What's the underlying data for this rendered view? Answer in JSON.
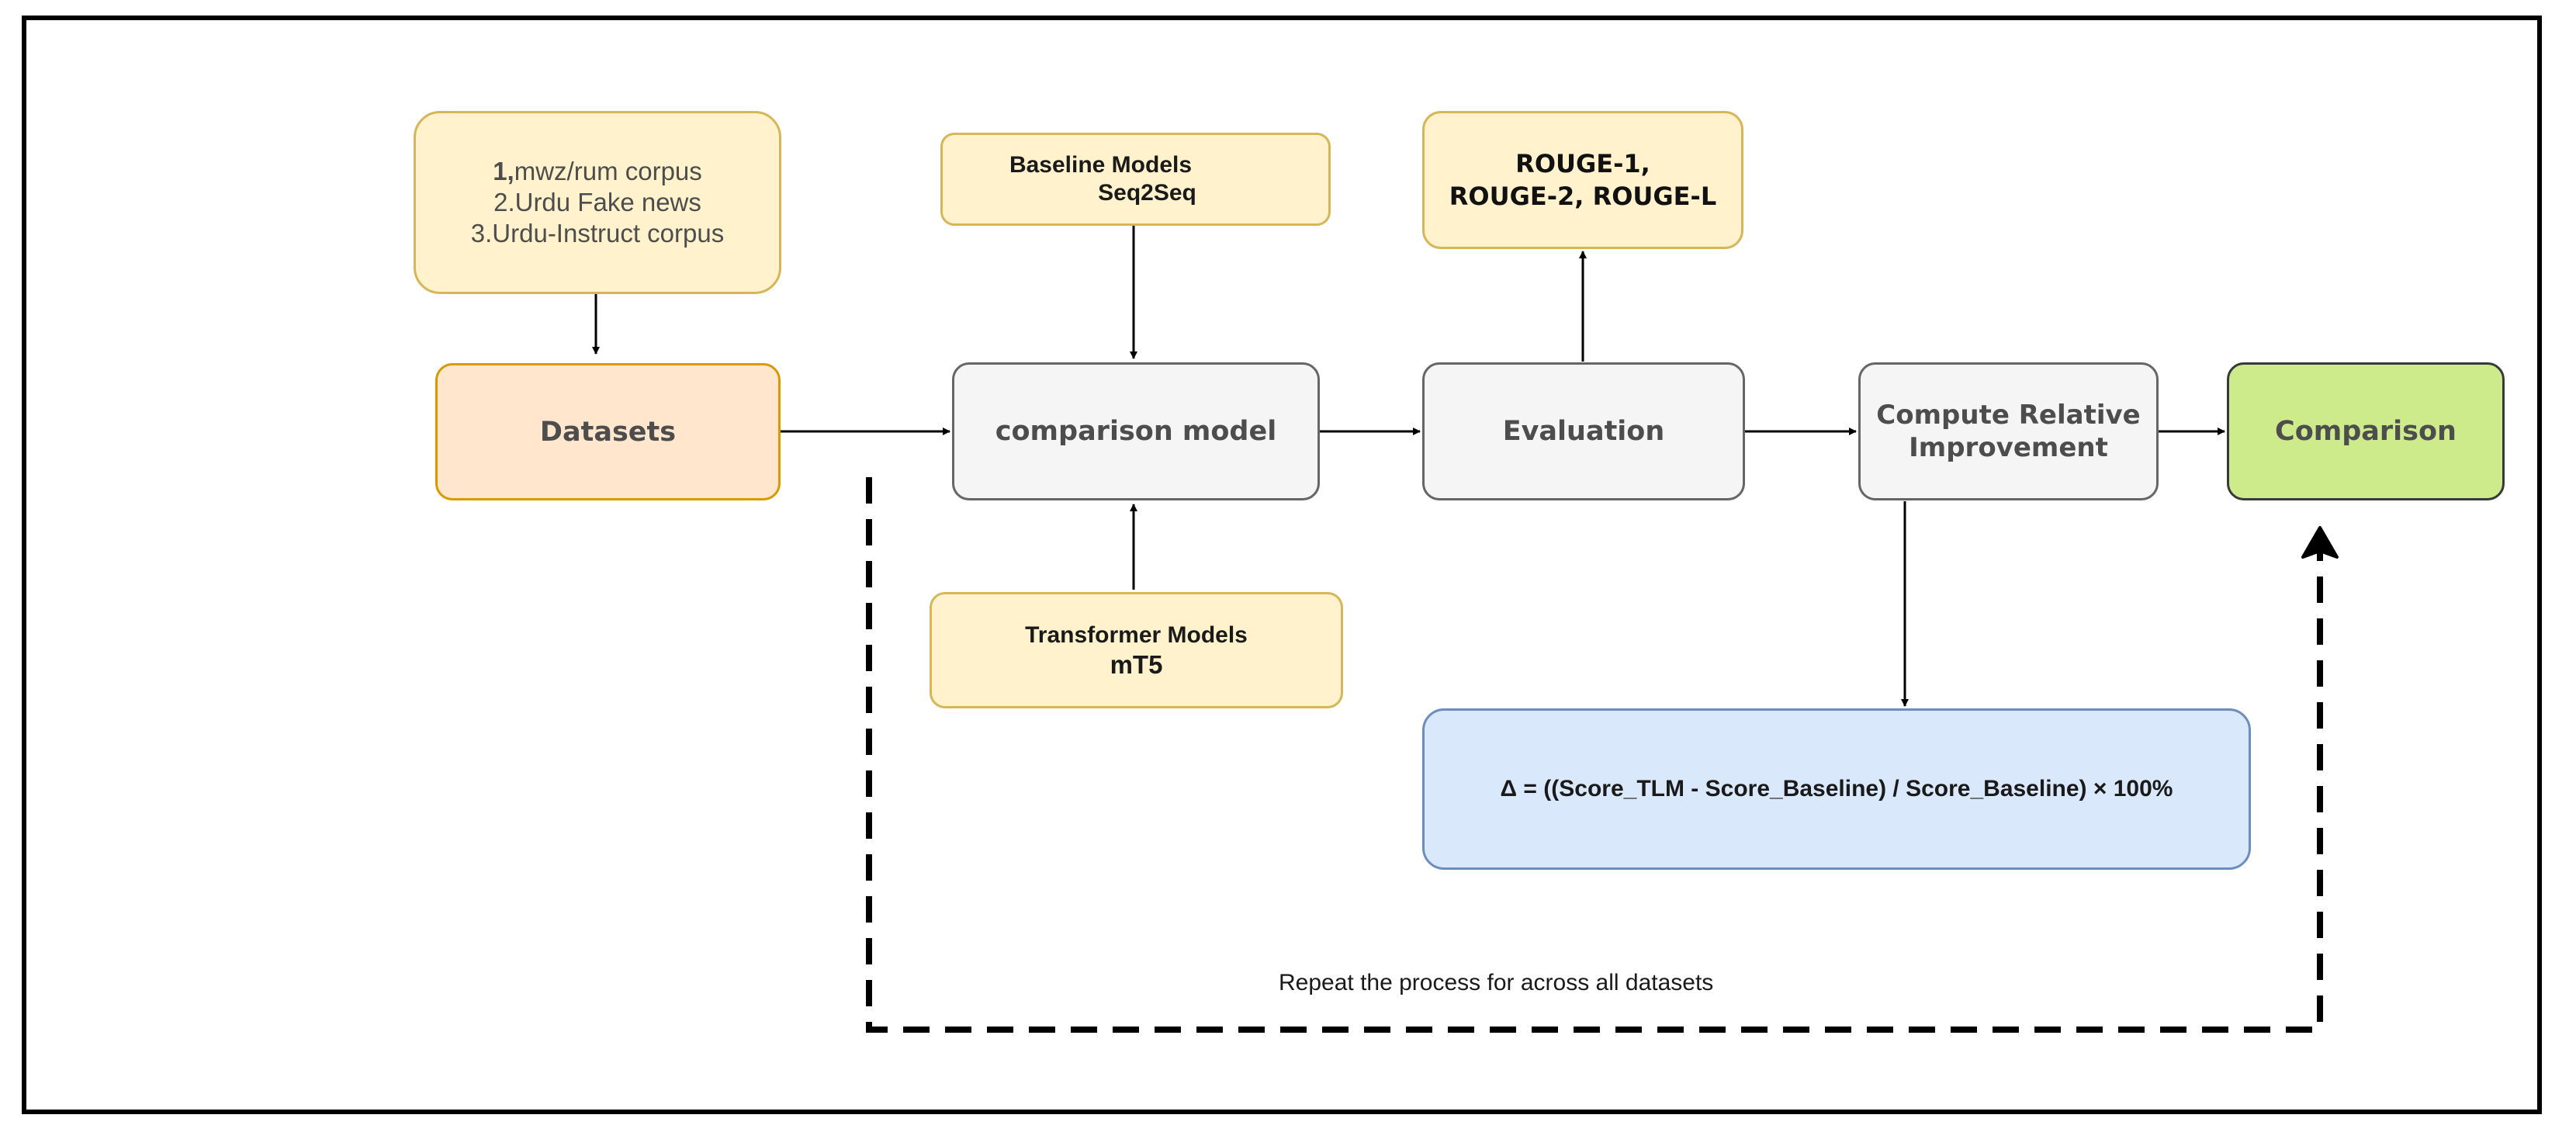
{
  "nodes": {
    "corpora": {
      "lines": [
        [
          "1,",
          "mwz/rum corpus"
        ],
        [
          "2.Urdu Fake news"
        ],
        [
          "3.Urdu-Instruct corpus"
        ]
      ]
    },
    "baseline": {
      "lines": [
        "Baseline Models",
        "Seq2Seq"
      ]
    },
    "rouge": {
      "lines": [
        "ROUGE-1,",
        "ROUGE-2, ROUGE-L"
      ]
    },
    "datasets": {
      "label": "Datasets"
    },
    "comparison_model": {
      "label": "comparison model"
    },
    "evaluation": {
      "label": "Evaluation"
    },
    "relative": {
      "lines": [
        "Compute Relative",
        "Improvement"
      ]
    },
    "comparison": {
      "label": "Comparison"
    },
    "transformer": {
      "lines": [
        "Transformer Models",
        "mT5"
      ]
    },
    "formula": {
      "label": "Δ = ((Score_TLM - Score_Baseline) / Score_Baseline) × 100%"
    }
  },
  "edges": {
    "repeat_label": "Repeat the process for across all datasets"
  },
  "colors": {
    "yellow_fill": "#fff2cc",
    "orange_fill": "#ffe6cc",
    "gray_fill": "#f5f5f5",
    "green_fill": "#cdeb8b",
    "blue_fill": "#dae8fc",
    "text_dark": "#4d4d4d"
  }
}
